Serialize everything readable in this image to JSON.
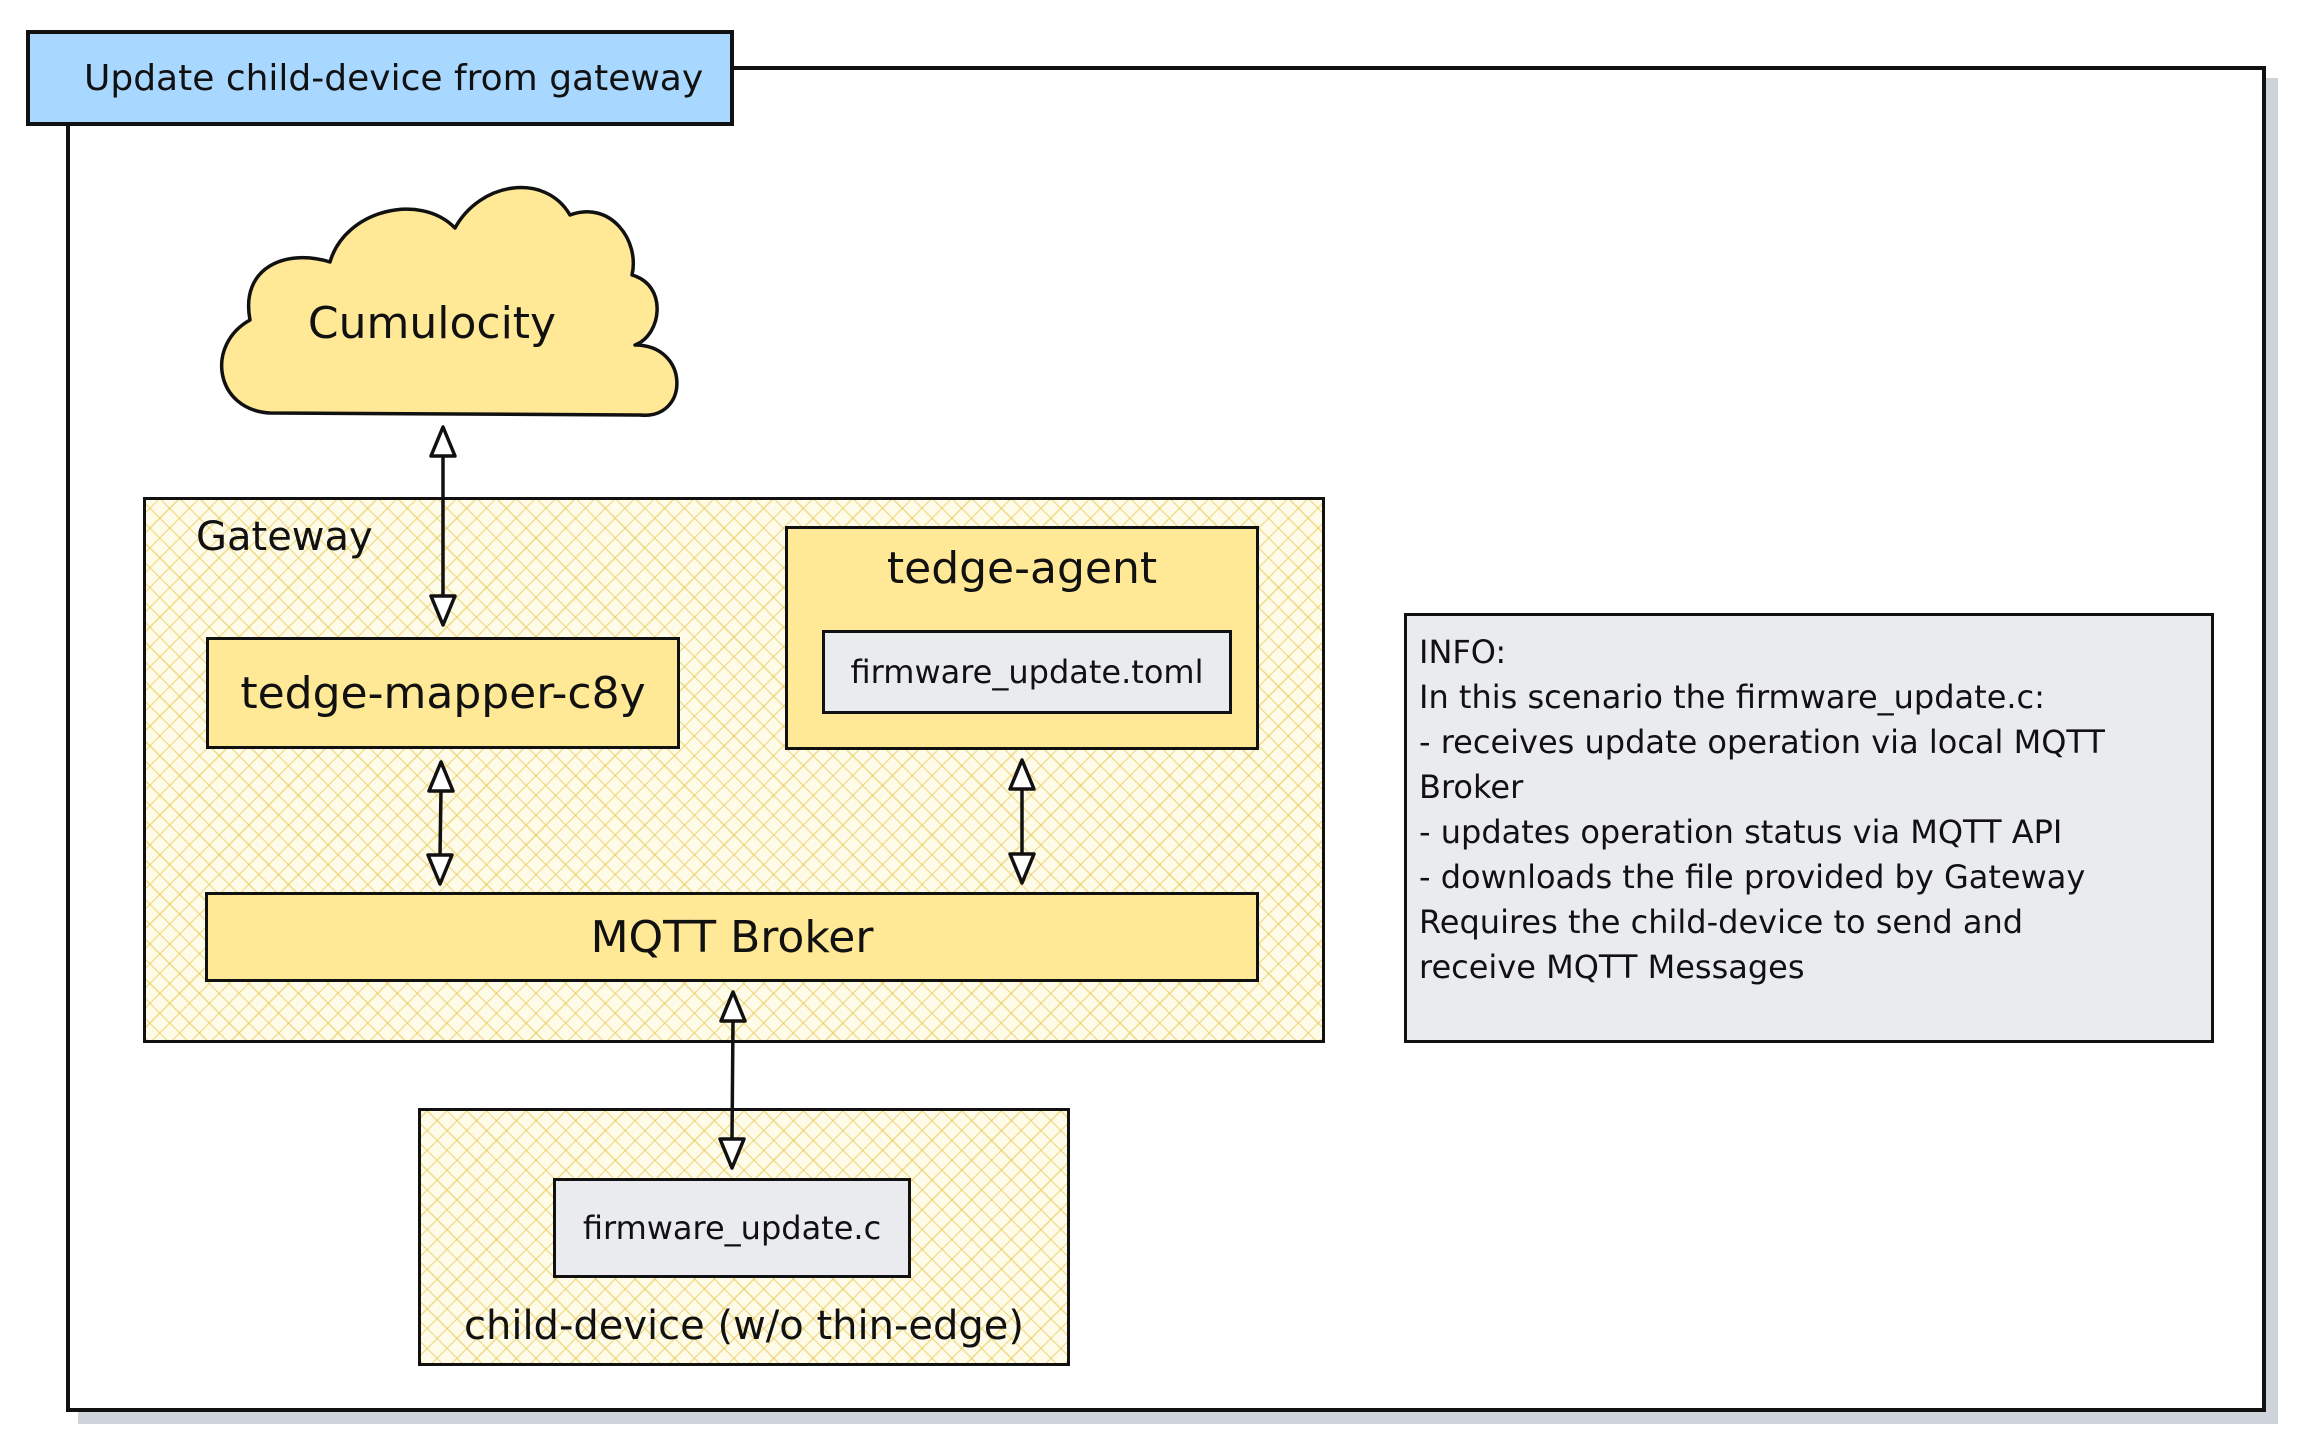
{
  "title": "Update child-device from gateway",
  "cloud": {
    "label": "Cumulocity"
  },
  "gateway": {
    "label": "Gateway",
    "mapper": "tedge-mapper-c8y",
    "agent": {
      "label": "tedge-agent",
      "file": "firmware_update.toml"
    },
    "broker": "MQTT Broker"
  },
  "child_device": {
    "label": "child-device (w/o thin-edge)",
    "file": "firmware_update.c"
  },
  "info": {
    "lines": [
      "INFO:",
      "In this scenario the firmware_update.c:",
      "- receives update operation via local MQTT",
      "Broker",
      "- updates operation status via MQTT API",
      "- downloads the file provided by Gateway",
      "",
      "Requires the child-device to send and",
      "receive MQTT Messages"
    ]
  },
  "colors": {
    "title_tab": "#a8d8ff",
    "component": "#ffe896",
    "hatch": "#e6c850",
    "file_box": "#e9ebee",
    "info_box": "#e9ebee",
    "stroke": "#111111"
  }
}
